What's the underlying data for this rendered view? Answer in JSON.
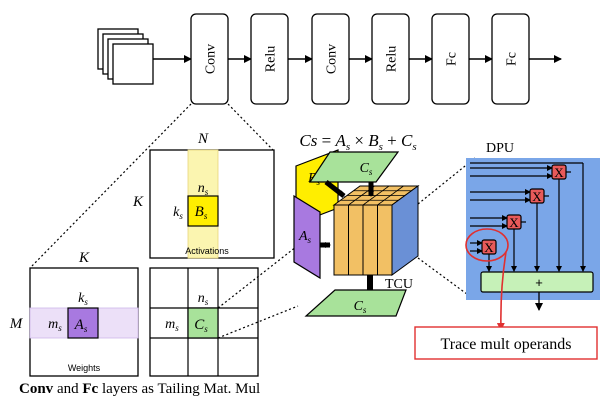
{
  "network": {
    "layers": [
      "Conv",
      "Relu",
      "Conv",
      "Relu",
      "Fc",
      "Fc"
    ]
  },
  "matmul": {
    "equation": {
      "lhs": "Cs",
      "a": "A",
      "b": "B",
      "c": "C",
      "sub": "s"
    },
    "activations": {
      "dim_top": "N",
      "dim_left": "K",
      "tile_row": "n",
      "tile_col": "k",
      "tile": "B",
      "sub": "s",
      "caption": "Activations"
    },
    "weights": {
      "dim_top": "K",
      "dim_left": "M",
      "tile_row": "k",
      "tile_col": "m",
      "tile": "A",
      "sub": "s",
      "caption": "Weights"
    },
    "output": {
      "tile_row": "n",
      "tile_col": "m",
      "tile": "C",
      "sub": "s"
    }
  },
  "tcu": {
    "label": "TCU",
    "in_a": "A",
    "in_b": "B",
    "in_c": "C",
    "out_c": "C",
    "sub": "s"
  },
  "dpu": {
    "label": "DPU",
    "mult_symbol": "X",
    "adder_symbol": "+"
  },
  "annotation": {
    "trace_label": "Trace mult operands"
  },
  "caption": {
    "bold1": "Conv",
    "text1": " and ",
    "bold2": "Fc",
    "text2": " layers as Tailing Mat. Mul"
  },
  "colors": {
    "activation_band": "#fbf5b0",
    "activation_tile": "#ffee00",
    "weight_band": "#ece0f8",
    "weight_tile": "#a879e0",
    "output_tile": "#a8e29a",
    "tcu_cube": "#f2c064",
    "tcu_side": "#6a90d6",
    "dpu_bg": "#7aa6e8",
    "adder": "#c6f1b8",
    "mult": "#e85a5a",
    "trace_red": "#e03030"
  }
}
